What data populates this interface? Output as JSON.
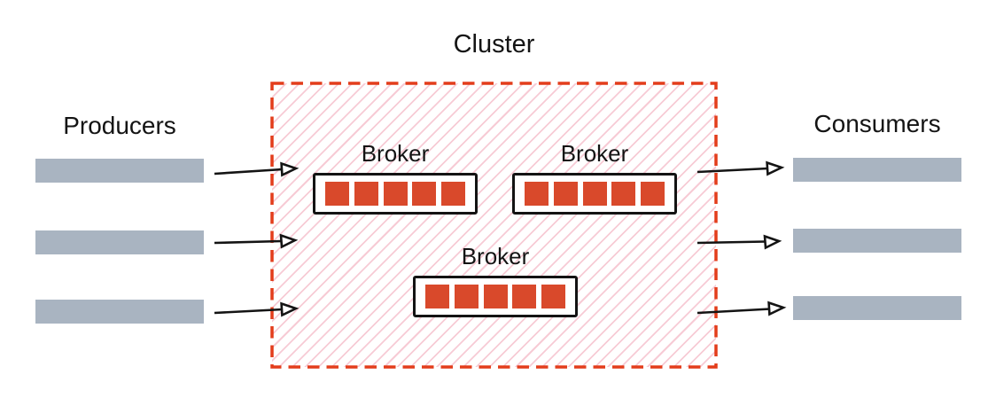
{
  "title": "Cluster",
  "producers": {
    "label": "Producers",
    "lanes": 3
  },
  "consumers": {
    "label": "Consumers",
    "lanes": 3
  },
  "cluster": {
    "brokers": [
      {
        "label": "Broker",
        "partitions": 5
      },
      {
        "label": "Broker",
        "partitions": 5
      },
      {
        "label": "Broker",
        "partitions": 5
      }
    ]
  },
  "colors": {
    "cluster_border": "#E33D1B",
    "partition": "#D9492B",
    "lane_bar": "#A9B4C1",
    "hatch": "#F7CBD5",
    "arrow": "#141414",
    "text": "#141414"
  }
}
